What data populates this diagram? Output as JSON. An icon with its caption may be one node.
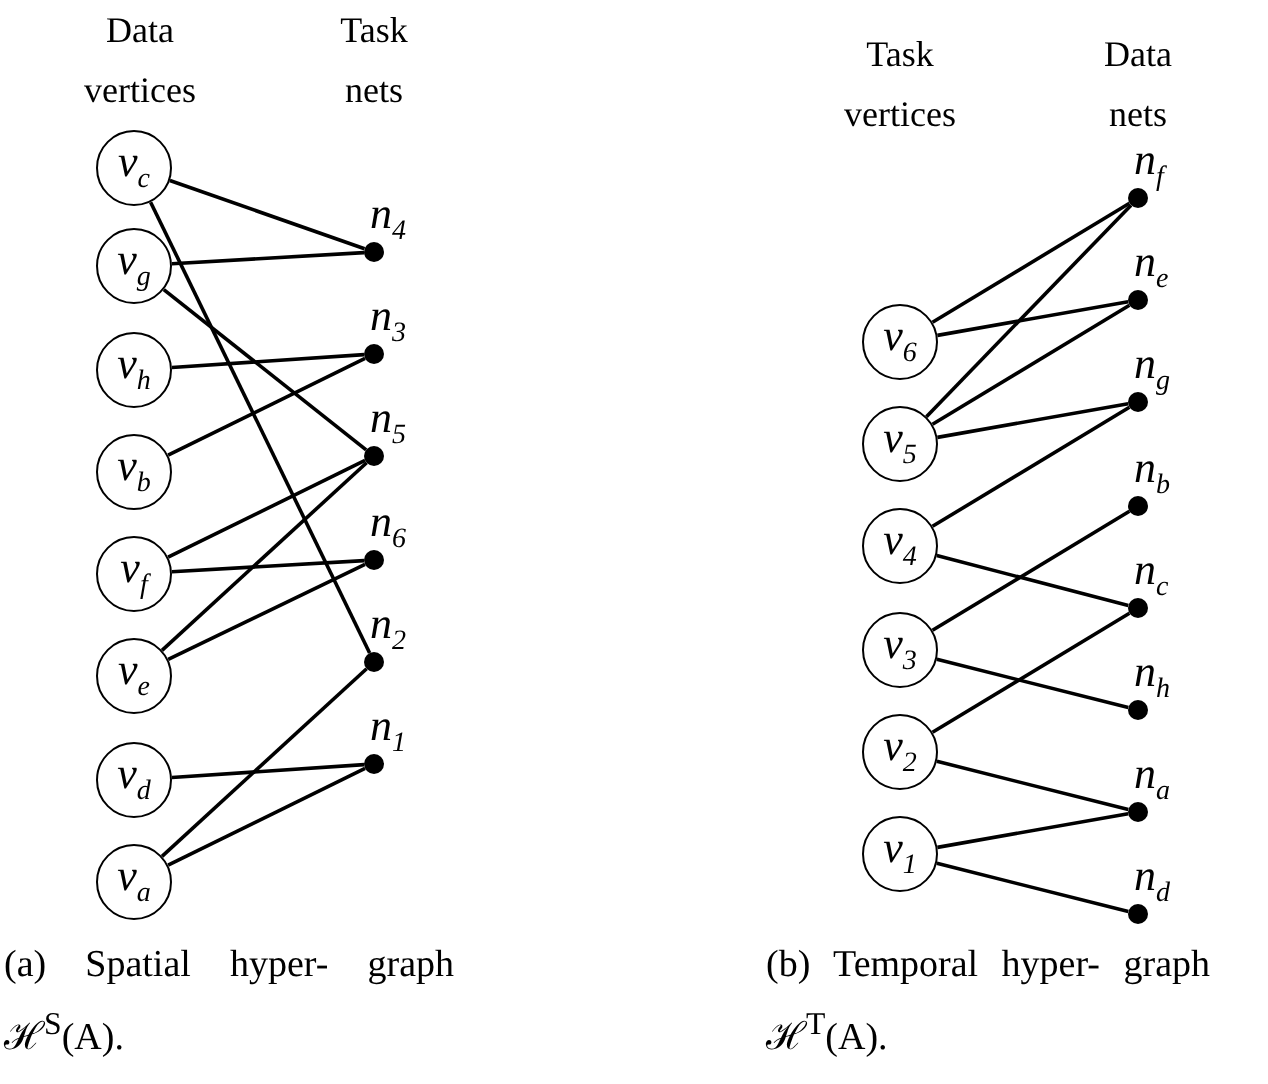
{
  "diagram": {
    "nodes": [
      {
        "text": [
          "v$_{c}$"
        ]
      },
      {
        "text": [
          "v$_{g}$"
        ]
      },
      {
        "text": [
          "v$_{h}$"
        ]
      },
      {
        "text": [
          "v$_{b}$"
        ]
      },
      {
        "text": [
          "v$_{f}$"
        ]
      },
      {
        "text": [
          "v$_{e}$"
        ]
      },
      {
        "text": [
          "v$_{d}$"
        ]
      },
      {
        "text": [
          "v$_{a}$"
        ]
      },
      {
        "text": [
          "n$_{4}$"
        ]
      },
      {
        "text": [
          "n$_{3}$"
        ]
      },
      {
        "text": [
          "n$_{5}$"
        ]
      },
      {
        "text": [
          "n$_{6}$"
        ]
      },
      {
        "text": [
          "n$_{2}$"
        ]
      },
      {
        "text": [
          "n$_{1}$"
        ]
      },
      {
        "text": [
          "v$_{6}$"
        ]
      },
      {
        "text": [
          "v$_{5}$"
        ]
      },
      {
        "text": [
          "v$_{4}$"
        ]
      },
      {
        "text": [
          "v$_{3}$"
        ]
      },
      {
        "text": [
          "v$_{2}$"
        ]
      },
      {
        "text": [
          "v$_{1}$"
        ]
      },
      {
        "text": [
          "n$_{f}$"
        ]
      },
      {
        "text": [
          "n$_{e}$"
        ]
      },
      {
        "text": [
          "n$_{g}$"
        ]
      },
      {
        "text": [
          "n$_{b}$"
        ]
      },
      {
        "text": [
          "n$_{c}$"
        ]
      },
      {
        "text": [
          "n$_{h}$"
        ]
      },
      {
        "text": [
          "n$_{a}$"
        ]
      },
      {
        "text": [
          "n$_{d}$"
        ]
      }
    ],
    "edges": [
      {
        "from": 0,
        "to": 8,
        "arrow": "none"
      },
      {
        "from": 0,
        "to": 12,
        "arrow": "none"
      },
      {
        "from": 1,
        "to": 8,
        "arrow": "none"
      },
      {
        "from": 1,
        "to": 10,
        "arrow": "none"
      },
      {
        "from": 2,
        "to": 9,
        "arrow": "none"
      },
      {
        "from": 3,
        "to": 9,
        "arrow": "none"
      },
      {
        "from": 4,
        "to": 10,
        "arrow": "none"
      },
      {
        "from": 4,
        "to": 11,
        "arrow": "none"
      },
      {
        "from": 5,
        "to": 10,
        "arrow": "none"
      },
      {
        "from": 5,
        "to": 11,
        "arrow": "none"
      },
      {
        "from": 6,
        "to": 13,
        "arrow": "none"
      },
      {
        "from": 7,
        "to": 12,
        "arrow": "none"
      },
      {
        "from": 7,
        "to": 13,
        "arrow": "none"
      },
      {
        "from": 14,
        "to": 20,
        "arrow": "none"
      },
      {
        "from": 14,
        "to": 21,
        "arrow": "none"
      },
      {
        "from": 15,
        "to": 20,
        "arrow": "none"
      },
      {
        "from": 15,
        "to": 21,
        "arrow": "none"
      },
      {
        "from": 15,
        "to": 22,
        "arrow": "none"
      },
      {
        "from": 16,
        "to": 22,
        "arrow": "none"
      },
      {
        "from": 16,
        "to": 24,
        "arrow": "none"
      },
      {
        "from": 17,
        "to": 23,
        "arrow": "none"
      },
      {
        "from": 17,
        "to": 25,
        "arrow": "none"
      },
      {
        "from": 18,
        "to": 24,
        "arrow": "none"
      },
      {
        "from": 18,
        "to": 26,
        "arrow": "none"
      },
      {
        "from": 19,
        "to": 26,
        "arrow": "none"
      },
      {
        "from": 19,
        "to": 27,
        "arrow": "none"
      }
    ],
    "labels": [
      "Data vertices",
      "Task nets",
      "(a) Spatial hyper- graph ℋ$^{S}$(A).",
      "Task vertices",
      "Data nets",
      "(b) Temporal hyper- graph ℋ$^{T}$(A)."
    ]
  }
}
